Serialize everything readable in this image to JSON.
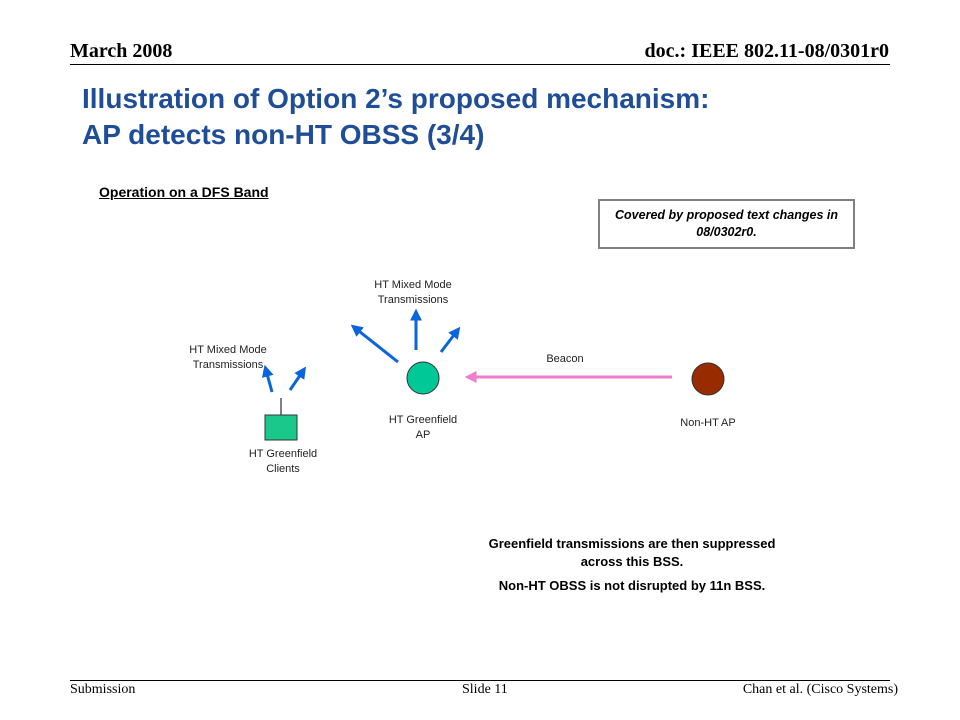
{
  "header": {
    "date": "March 2008",
    "doc_id": "doc.: IEEE 802.11-08/0301r0"
  },
  "title": {
    "line1": "Illustration of Option 2’s proposed mechanism:",
    "line2": "AP detects non-HT OBSS (3/4)"
  },
  "subtitle": "Operation on a DFS Band",
  "callout": "Covered by proposed text changes in 08/0302r0.",
  "diagram": {
    "ap_transmissions_label": {
      "line1": "HT Mixed Mode",
      "line2": "Transmissions"
    },
    "client_transmissions_label": {
      "line1": "HT Mixed Mode",
      "line2": "Transmissions"
    },
    "beacon_label": "Beacon",
    "ht_ap_label": {
      "line1": "HT Greenfield",
      "line2": "AP"
    },
    "clients_label": {
      "line1": "HT Greenfield",
      "line2": "Clients"
    },
    "non_ht_ap_label": "Non-HT  AP",
    "colors": {
      "ht_ap_fill": "#00c896",
      "client_fill": "#1ac88c",
      "non_ht_ap_fill": "#992b00",
      "transmission_arrow": "#0a64dc",
      "beacon_arrow": "#ee7ecc",
      "title": "#1f4e96"
    }
  },
  "conclusion": {
    "line1": "Greenfield transmissions are then suppressed",
    "line2": "across this BSS.",
    "line3": "Non-HT OBSS is not disrupted by 11n BSS."
  },
  "footer": {
    "left": "Submission",
    "center": "Slide 11",
    "right": "Chan et al. (Cisco Systems)"
  }
}
